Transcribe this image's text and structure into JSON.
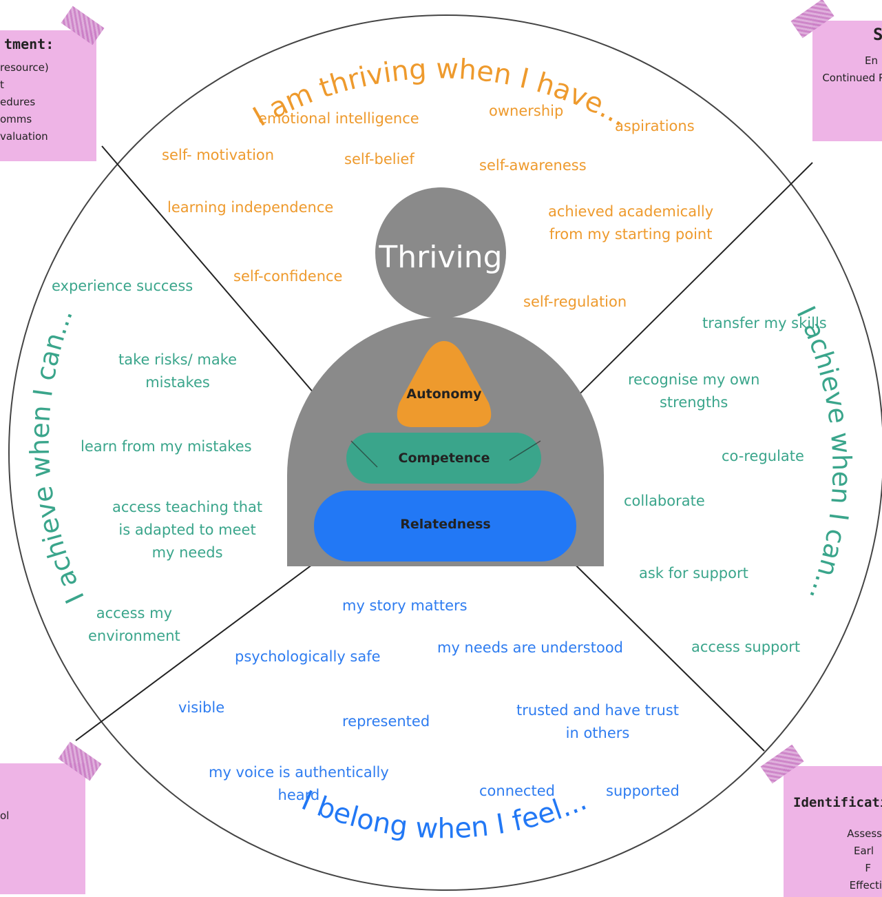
{
  "arc_headings": {
    "top": "I am thriving when I have...",
    "left": "I achieve when I can...",
    "right": "I achieve when I can...",
    "bottom": "I belong when I feel..."
  },
  "center": {
    "title": "Thriving",
    "autonomy": "Autonomy",
    "competence": "Competence",
    "relatedness": "Relatedness"
  },
  "thriving_items": {
    "emotional_intelligence": "emotional intelligence",
    "ownership": "ownership",
    "aspirations": "aspirations",
    "self_motivation": "self- motivation",
    "self_belief": "self-belief",
    "self_awareness": "self-awareness",
    "learning_independence": "learning independence",
    "achieved_line1": "achieved academically",
    "achieved_line2": "from my starting point",
    "self_confidence": "self-confidence",
    "self_regulation": "self-regulation"
  },
  "achieve_left_items": {
    "experience_success": "experience success",
    "take_risks_l1": "take risks/ make",
    "take_risks_l2": "mistakes",
    "learn_from_mistakes": "learn from my mistakes",
    "access_teaching_l1": "access teaching that",
    "access_teaching_l2": "is adapted to meet",
    "access_teaching_l3": "my needs",
    "access_env_l1": "access my",
    "access_env_l2": "environment"
  },
  "achieve_right_items": {
    "transfer_skills": "transfer my skills",
    "recognise_l1": "recognise my own",
    "recognise_l2": "strengths",
    "co_regulate": "co-regulate",
    "collaborate": "collaborate",
    "ask_support": "ask for support",
    "access_support": "access support"
  },
  "belong_items": {
    "story_matters": "my story matters",
    "psych_safe": "psychologically safe",
    "needs_understood": "my needs are understood",
    "visible": "visible",
    "represented": "represented",
    "trusted_l1": "trusted and have trust",
    "trusted_l2": "in others",
    "voice_l1": "my voice is authentically",
    "voice_l2": "heard",
    "connected": "connected",
    "supported": "supported"
  },
  "notes": {
    "top_left": {
      "title": "tment:",
      "lines": [
        "resource)",
        "t",
        "edures",
        "omms",
        "valuation"
      ]
    },
    "top_right": {
      "title": "S",
      "lines": [
        "En",
        "Continued Pr"
      ]
    },
    "bottom_right": {
      "title": "Identificati",
      "lines": [
        "Assess",
        "Earl",
        "F",
        "Effecti"
      ]
    },
    "bottom_left": {
      "lines": [
        "ol"
      ]
    }
  },
  "colors": {
    "thriving": "#ee9a2d",
    "achieve": "#3aa58b",
    "belong": "#2e7cf0",
    "grey": "#8a8a8a",
    "note": "#eeb4e6"
  }
}
